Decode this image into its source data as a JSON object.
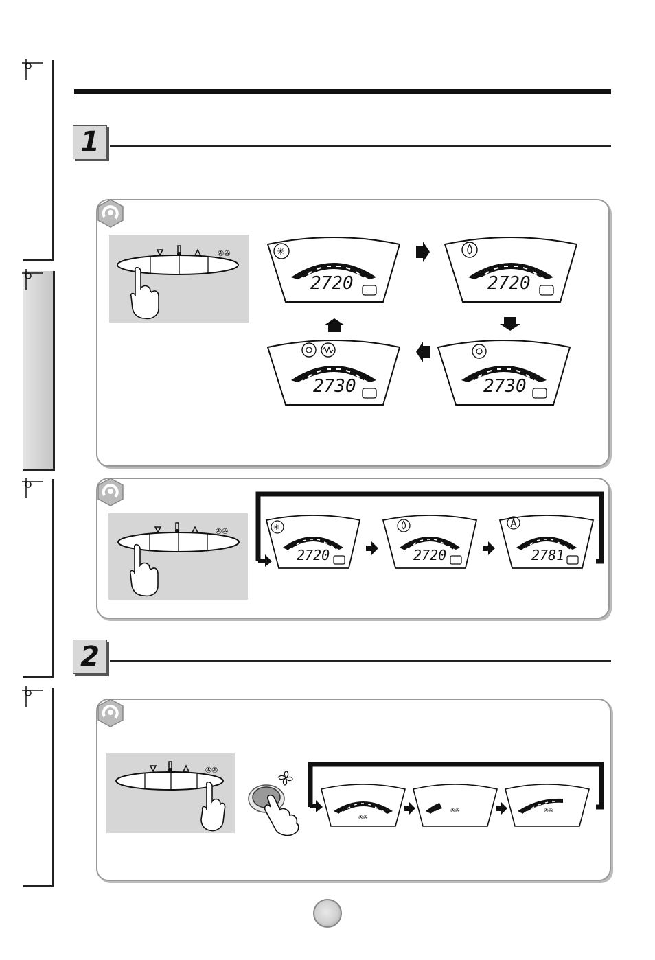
{
  "sections": [
    {
      "number": "1"
    },
    {
      "number": "2"
    }
  ],
  "panel1": {
    "displays": [
      {
        "mode_icon": "snowflake-icon",
        "digits": "2720"
      },
      {
        "mode_icon": "water-drop-icon",
        "digits": "2720"
      },
      {
        "mode_icon": "sun-icon",
        "digits": "2730"
      },
      {
        "mode_icon": "sun-heater-icon",
        "digits": "2730"
      }
    ]
  },
  "panel2": {
    "displays": [
      {
        "mode_icon": "snowflake-icon",
        "digits": "2720"
      },
      {
        "mode_icon": "water-drop-icon",
        "digits": "2720"
      },
      {
        "mode_icon": "auto-mode-icon",
        "digits": "2781"
      }
    ]
  },
  "panel3": {
    "fan_levels": [
      "high",
      "low",
      "medium"
    ]
  },
  "colors": {
    "panel_gray": "#d6d6d6",
    "ink": "#111111"
  }
}
